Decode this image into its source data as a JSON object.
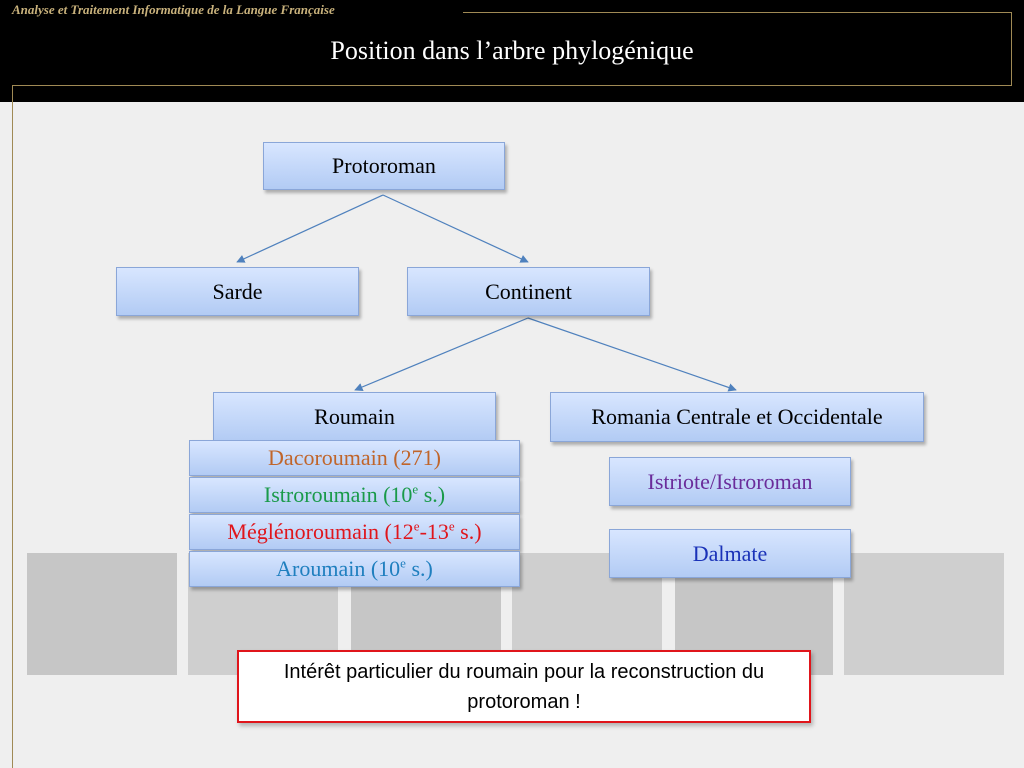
{
  "header": {
    "subtitle": "Analyse et Traitement Informatique de la Langue Française",
    "title": "Position dans l’arbre phylogénique"
  },
  "tree": {
    "root": "Protoroman",
    "level1": [
      "Sarde",
      "Continent"
    ],
    "level2": [
      "Roumain",
      "Romania Centrale et Occidentale"
    ],
    "roumain_children": [
      {
        "name": "Dacoroumain",
        "detail": " (271)",
        "color": "#c0652a"
      },
      {
        "name": "Istroroumain",
        "detail_pre": " (10",
        "sup": "e",
        "detail_post": " s.)",
        "color": "#1a9a4a"
      },
      {
        "name": "Méglénoroumain",
        "detail_pre": " (12",
        "sup1": "e",
        "mid": "-13",
        "sup2": "e",
        "detail_post": " s.)",
        "color": "#e0151b"
      },
      {
        "name": "Aroumain",
        "detail_pre": " (10",
        "sup": "e",
        "detail_post": " s.)",
        "color": "#1f7fbf"
      }
    ],
    "rco_children": [
      {
        "name": "Istriote/Istroroman",
        "color": "#6a2c9a"
      },
      {
        "name": "Dalmate",
        "color": "#1a32b8"
      }
    ]
  },
  "callout": {
    "text": "Intérêt particulier du roumain pour la reconstruction du protoroman !"
  },
  "colors": {
    "header_bg": "#000000",
    "accent_gold": "#a08a55",
    "node_fill": "#c4d7f8",
    "node_border": "#8aa6d8",
    "callout_border": "#e0151b",
    "edge": "#4f81bd"
  }
}
